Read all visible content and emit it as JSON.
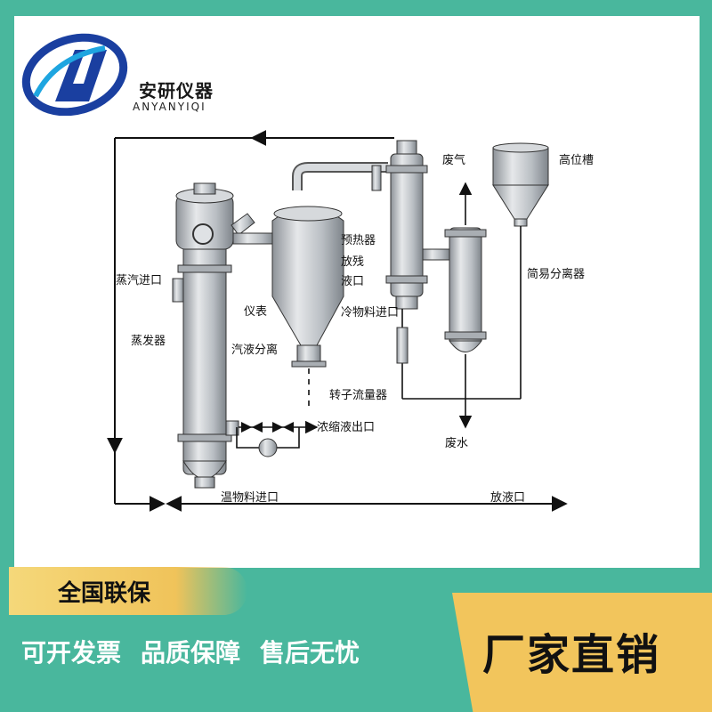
{
  "brand": {
    "name": "安研仪器",
    "pinyin": "ANYANYIQI",
    "logo_letters": "AY",
    "colors": {
      "primary": "#1a3fa0",
      "accent": "#1ea5e0"
    }
  },
  "diagram": {
    "labels": {
      "high_tank": "高位槽",
      "exhaust_gas": "废气",
      "preheater": "预热器",
      "residue_outlet_1": "放残",
      "residue_outlet_2": "液口",
      "simple_separator": "简易分离器",
      "steam_inlet": "蒸汽进口",
      "instrument": "仪表",
      "cold_feed_inlet": "冷物料进口",
      "evaporator": "蒸发器",
      "vapor_liquid_separator": "汽液分离",
      "rotameter": "转子流量器",
      "concentrate_outlet": "浓缩液出口",
      "waste_water": "废水",
      "warm_feed_inlet": "温物料进口",
      "drain_outlet": "放液口"
    }
  },
  "footer": {
    "guarantee": "全国联保",
    "promises": [
      "可开发票",
      "品质保障",
      "售后无忧"
    ],
    "factory_direct": "厂家直销"
  },
  "colors": {
    "background": "#49b79d",
    "banner_gold": "#f2c55c",
    "equipment_fill": "#c9cdd2",
    "line": "#111111"
  }
}
